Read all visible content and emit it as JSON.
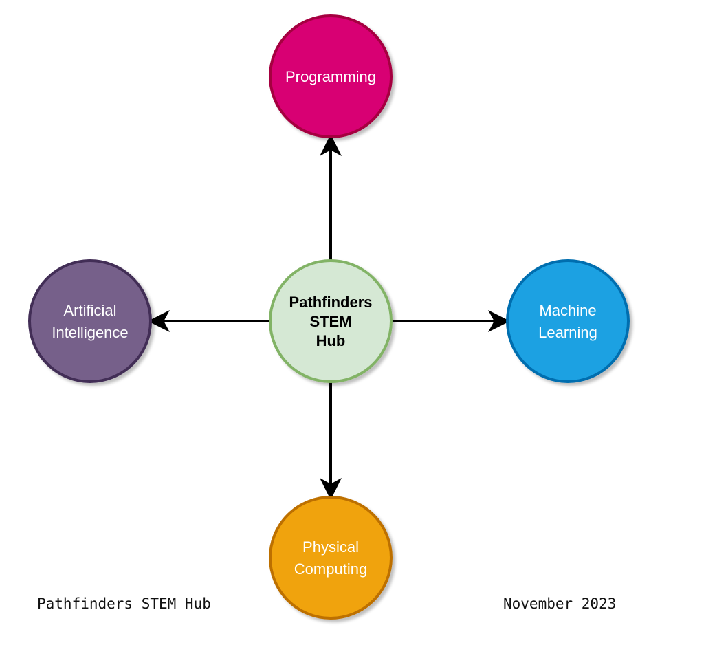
{
  "hub": {
    "label_lines": [
      "Pathfinders",
      "STEM",
      "Hub"
    ],
    "fill": "#d5e8d4",
    "stroke": "#82b366"
  },
  "nodes": [
    {
      "id": "programming",
      "label_lines": [
        "Programming"
      ],
      "fill": "#d80073",
      "stroke": "#a50040"
    },
    {
      "id": "artificial-intelligence",
      "label_lines": [
        "Artificial",
        "Intelligence"
      ],
      "fill": "#76608a",
      "stroke": "#432d57"
    },
    {
      "id": "machine-learning",
      "label_lines": [
        "Machine",
        "Learning"
      ],
      "fill": "#1ba1e2",
      "stroke": "#006eaf"
    },
    {
      "id": "physical-computing",
      "label_lines": [
        "Physical",
        "Computing"
      ],
      "fill": "#f0a30a",
      "stroke": "#bd7000"
    }
  ],
  "edges": [
    {
      "from": "hub",
      "to": "programming"
    },
    {
      "from": "hub",
      "to": "artificial-intelligence"
    },
    {
      "from": "hub",
      "to": "machine-learning"
    },
    {
      "from": "hub",
      "to": "physical-computing"
    }
  ],
  "footer": {
    "left": "Pathfinders STEM Hub",
    "right": "November 2023"
  }
}
